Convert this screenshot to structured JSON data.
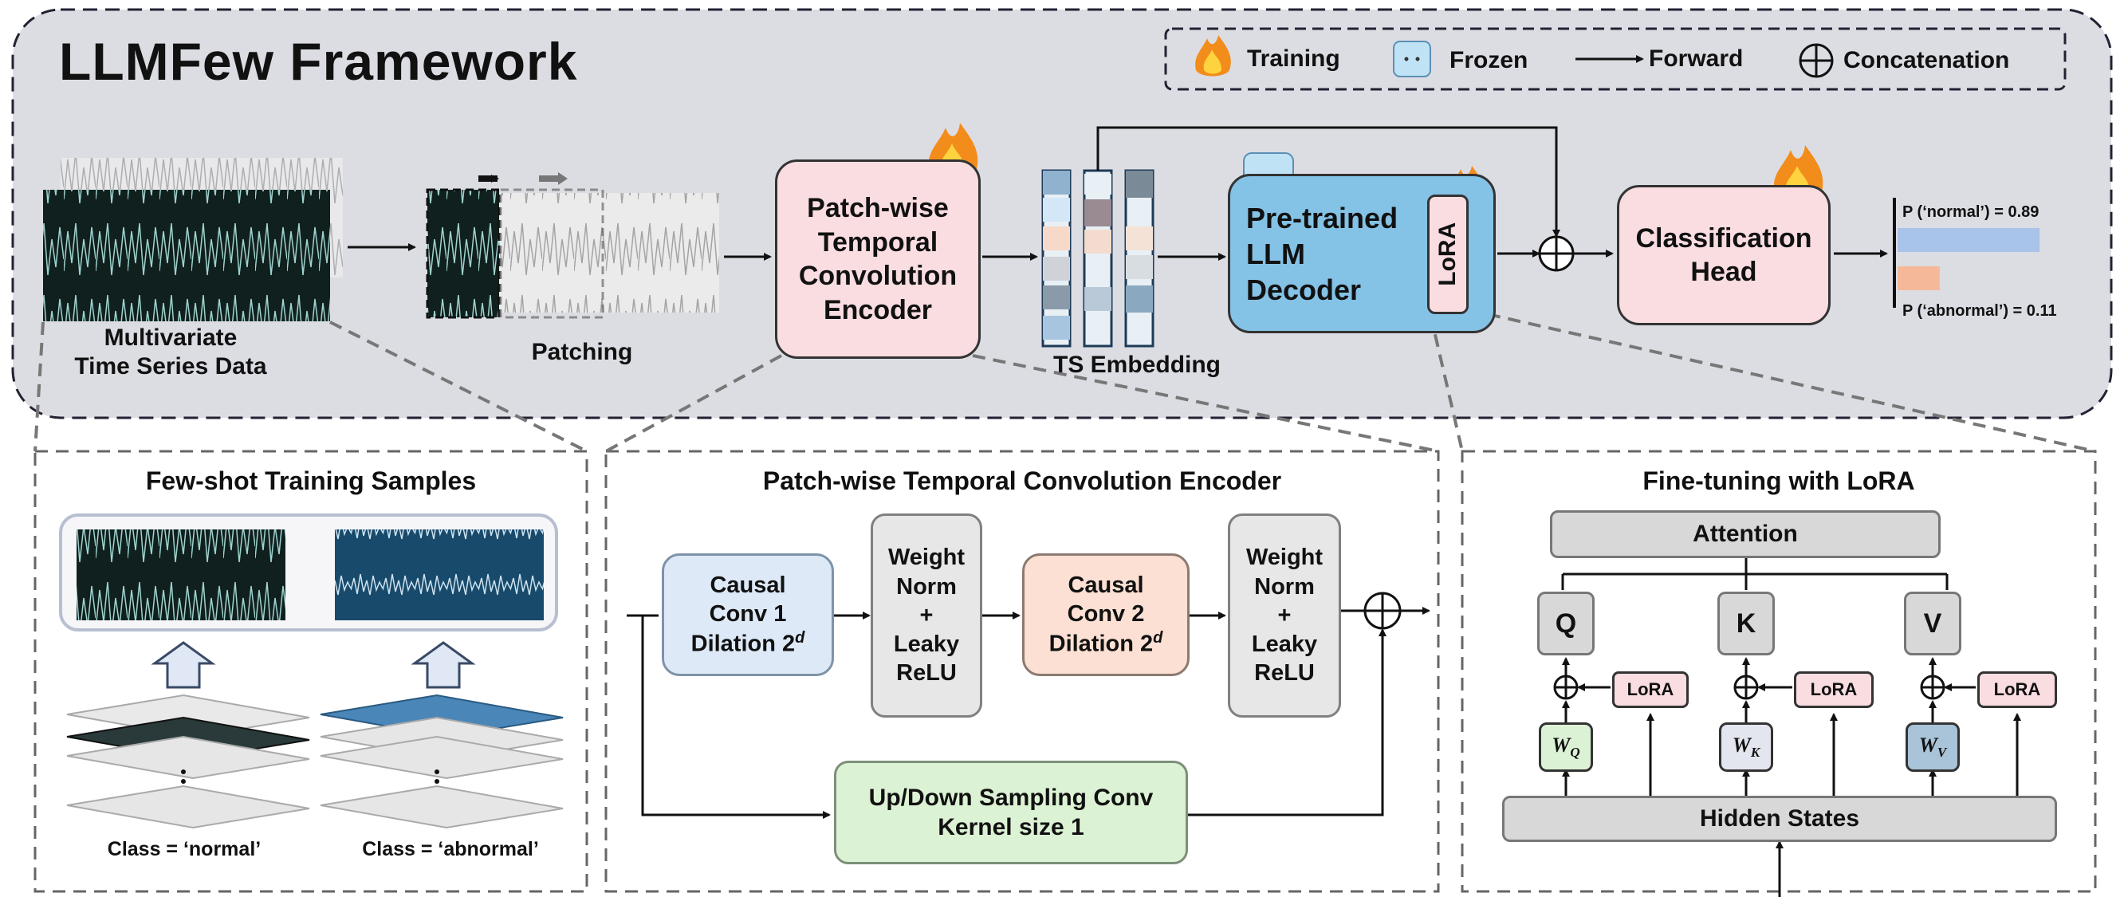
{
  "framework": {
    "title": "LLMFew Framework",
    "legend": {
      "training": "Training",
      "frozen": "Frozen",
      "forward": "Forward",
      "concat": "Concatenation"
    },
    "input_label": "Multivariate\nTime Series Data",
    "patching_label": "Patching",
    "encoder_label": "Patch-wise\nTemporal\nConvolution\nEncoder",
    "ts_embedding_label": "TS Embedding",
    "decoder_label": "Pre-trained\nLLM\nDecoder",
    "lora_label": "LoRA",
    "head_label": "Classification\nHead",
    "p_normal": "P (‘normal’) = 0.89",
    "p_abnormal": "P (‘abnormal’) = 0.11",
    "p_normal_value": 0.89,
    "p_abnormal_value": 0.11,
    "colors": {
      "normal_bar": "#a9c4ea",
      "abnormal_bar": "#f5b99a",
      "panel_bg": "#dcdde3"
    }
  },
  "fewshot": {
    "title": "Few-shot Training Samples",
    "class_normal": "Class = ‘normal’",
    "class_abnormal": "Class = ‘abnormal’"
  },
  "encoder_panel": {
    "title": "Patch-wise Temporal Convolution Encoder",
    "causal1": "Causal\nConv 1\nDilation 2",
    "causal2": "Causal\nConv 2\nDilation 2",
    "superscript": "d",
    "norm1": "Weight\nNorm\n+\nLeaky\nReLU",
    "norm2": "Weight\nNorm\n+\nLeaky\nReLU",
    "sampling": "Up/Down Sampling Conv\nKernel size 1"
  },
  "lora_panel": {
    "title": "Fine-tuning with LoRA",
    "attention": "Attention",
    "q": "Q",
    "k": "K",
    "v": "V",
    "lora": "LoRA",
    "hidden_states": "Hidden States",
    "w": "W",
    "w_q_sub": "Q",
    "w_k_sub": "K",
    "w_v_sub": "V"
  }
}
